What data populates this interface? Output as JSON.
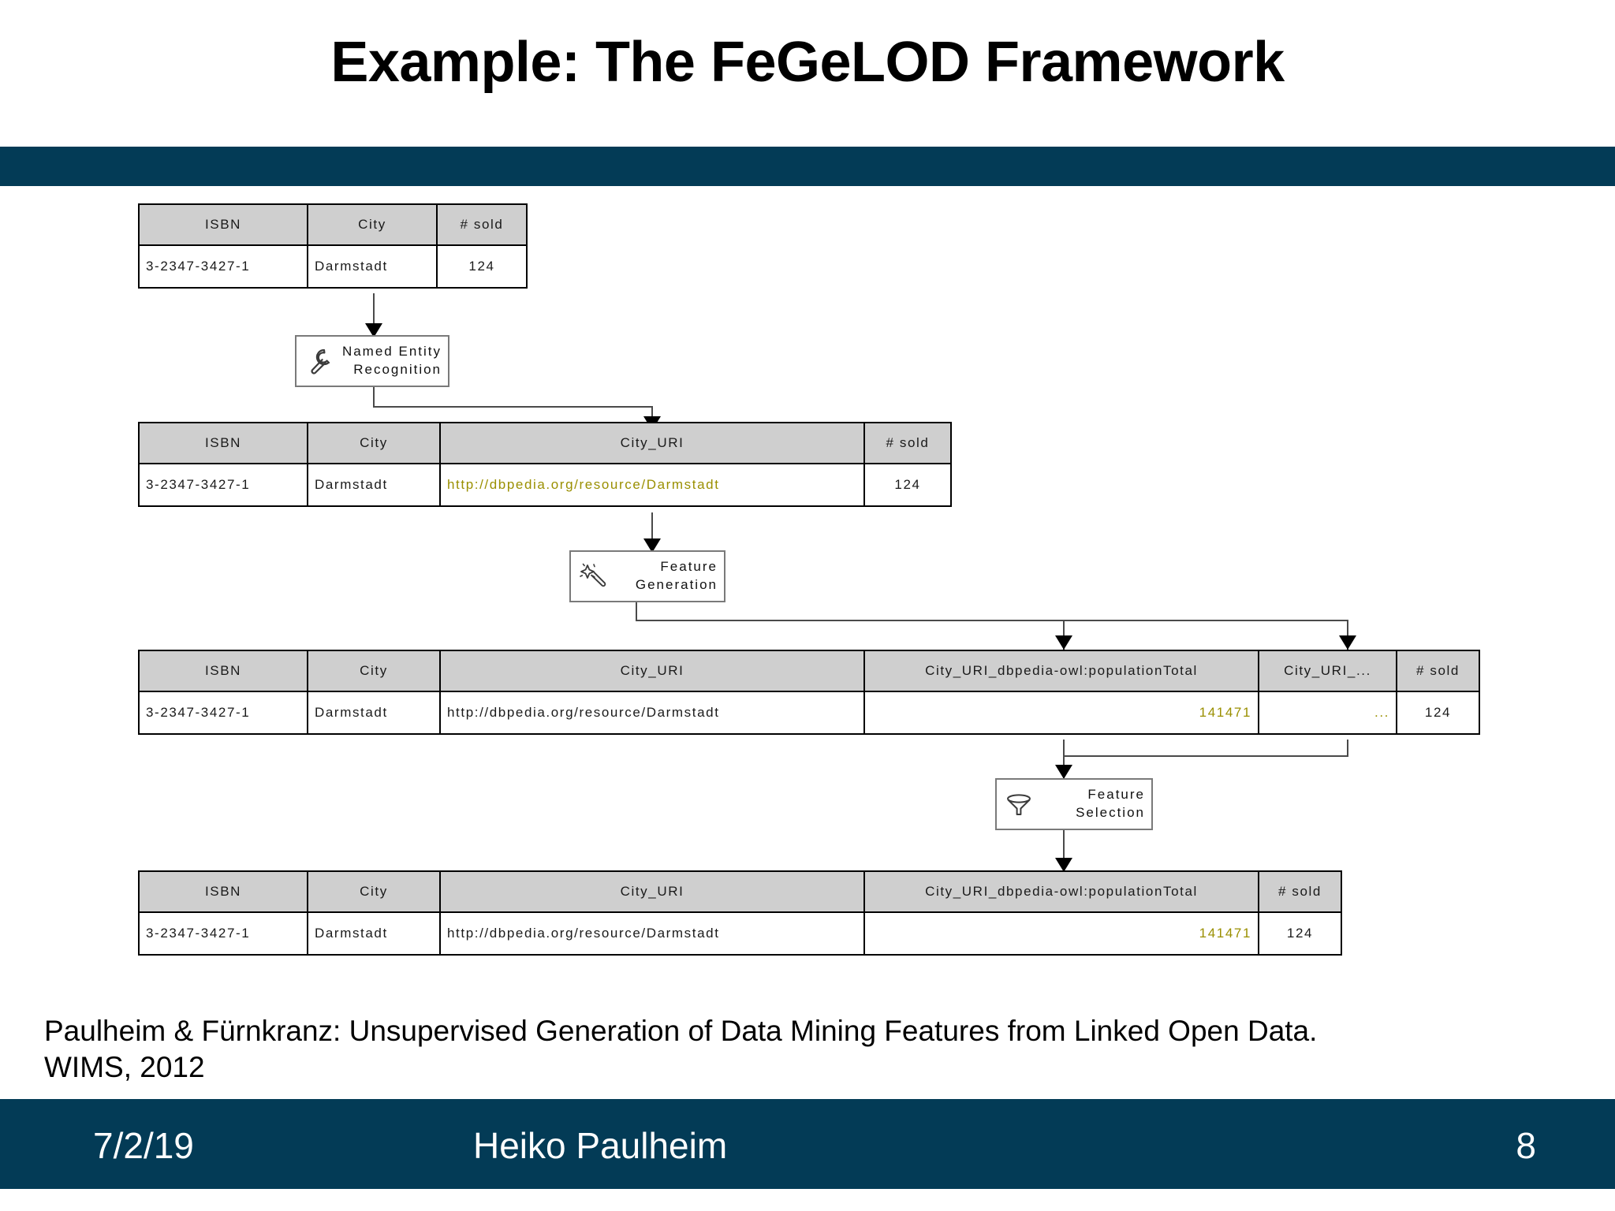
{
  "slide": {
    "title": "Example: The FeGeLOD Framework",
    "accent_color": "#033B56",
    "highlight_color": "#FFF500",
    "header_fill": "#CFCFCF"
  },
  "citation": {
    "line1": "Paulheim & Fürnkranz: Unsupervised Generation of Data Mining Features from Linked Open Data.",
    "line2": "WIMS, 2012"
  },
  "footer": {
    "date": "7/2/19",
    "author": "Heiko Paulheim",
    "page": "8"
  },
  "tables": {
    "t1": {
      "name": "initial-table",
      "headers": [
        "ISBN",
        "City",
        "# sold"
      ],
      "rows": [
        [
          "3-2347-3427-1",
          "Darmstadt",
          "124"
        ]
      ],
      "highlighted_cells": [
        "City"
      ]
    },
    "t2": {
      "name": "after-ner-table",
      "headers": [
        "ISBN",
        "City",
        "City_URI",
        "# sold"
      ],
      "rows": [
        [
          "3-2347-3427-1",
          "Darmstadt",
          "http://dbpedia.org/resource/Darmstadt",
          "124"
        ]
      ],
      "highlighted_cells": [
        "City_URI"
      ]
    },
    "t3": {
      "name": "after-feature-generation-table",
      "headers": [
        "ISBN",
        "City",
        "City_URI",
        "City_URI_dbpedia-owl:populationTotal",
        "City_URI_...",
        "# sold"
      ],
      "rows": [
        [
          "3-2347-3427-1",
          "Darmstadt",
          "http://dbpedia.org/resource/Darmstadt",
          "141471",
          "...",
          "124"
        ]
      ],
      "highlighted_cells": [
        "City_URI_dbpedia-owl:populationTotal",
        "City_URI_..."
      ]
    },
    "t4": {
      "name": "after-feature-selection-table",
      "headers": [
        "ISBN",
        "City",
        "City_URI",
        "City_URI_dbpedia-owl:populationTotal",
        "# sold"
      ],
      "rows": [
        [
          "3-2347-3427-1",
          "Darmstadt",
          "http://dbpedia.org/resource/Darmstadt",
          "141471",
          "124"
        ]
      ],
      "highlighted_cells": [
        "City_URI_dbpedia-owl:populationTotal"
      ]
    }
  },
  "steps": {
    "ner": {
      "label": "Named Entity\nRecognition",
      "icon": "wrench-icon"
    },
    "feature_generation": {
      "label": "Feature\nGeneration",
      "icon": "magic-wand-icon"
    },
    "feature_selection": {
      "label": "Feature\nSelection",
      "icon": "funnel-icon"
    }
  }
}
